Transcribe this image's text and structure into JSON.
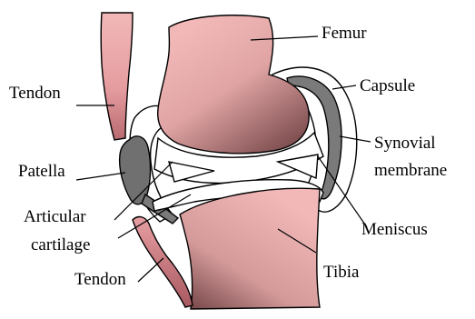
{
  "colors": {
    "bone_light": "#f2b8b8",
    "bone_dark": "#7a4a4c",
    "tendon": "#f0b0b0",
    "tendon_dark": "#b86a70",
    "synovial": "#7a7a7a",
    "capsule_fill": "#ffffff",
    "outline": "#000000"
  },
  "labels": {
    "femur": "Femur",
    "capsule": "Capsule",
    "synovial_line1": "Synovial",
    "synovial_line2": "membrane",
    "tendon_top": "Tendon",
    "patella": "Patella",
    "articular_line1": "Articular",
    "articular_line2": "cartilage",
    "tendon_bottom": "Tendon",
    "meniscus": "Meniscus",
    "tibia": "Tibia"
  }
}
